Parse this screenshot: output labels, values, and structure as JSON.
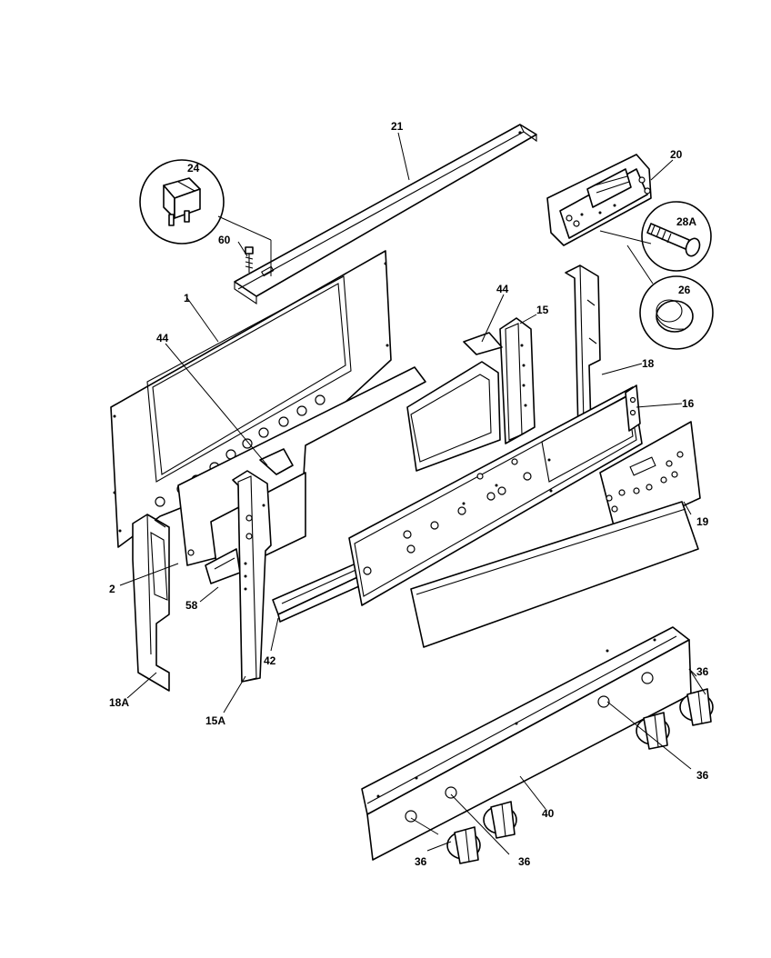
{
  "callouts": {
    "c21": "21",
    "c20": "20",
    "c24": "24",
    "c60": "60",
    "c28a": "28A",
    "c26": "26",
    "c1": "1",
    "c44a": "44",
    "c44b": "44",
    "c15": "15",
    "c18": "18",
    "c16": "16",
    "c19": "19",
    "c2": "2",
    "c58": "58",
    "c42": "42",
    "c18a": "18A",
    "c15a": "15A",
    "c36a": "36",
    "c36b": "36",
    "c36c": "36",
    "c36d": "36",
    "c40": "40"
  }
}
